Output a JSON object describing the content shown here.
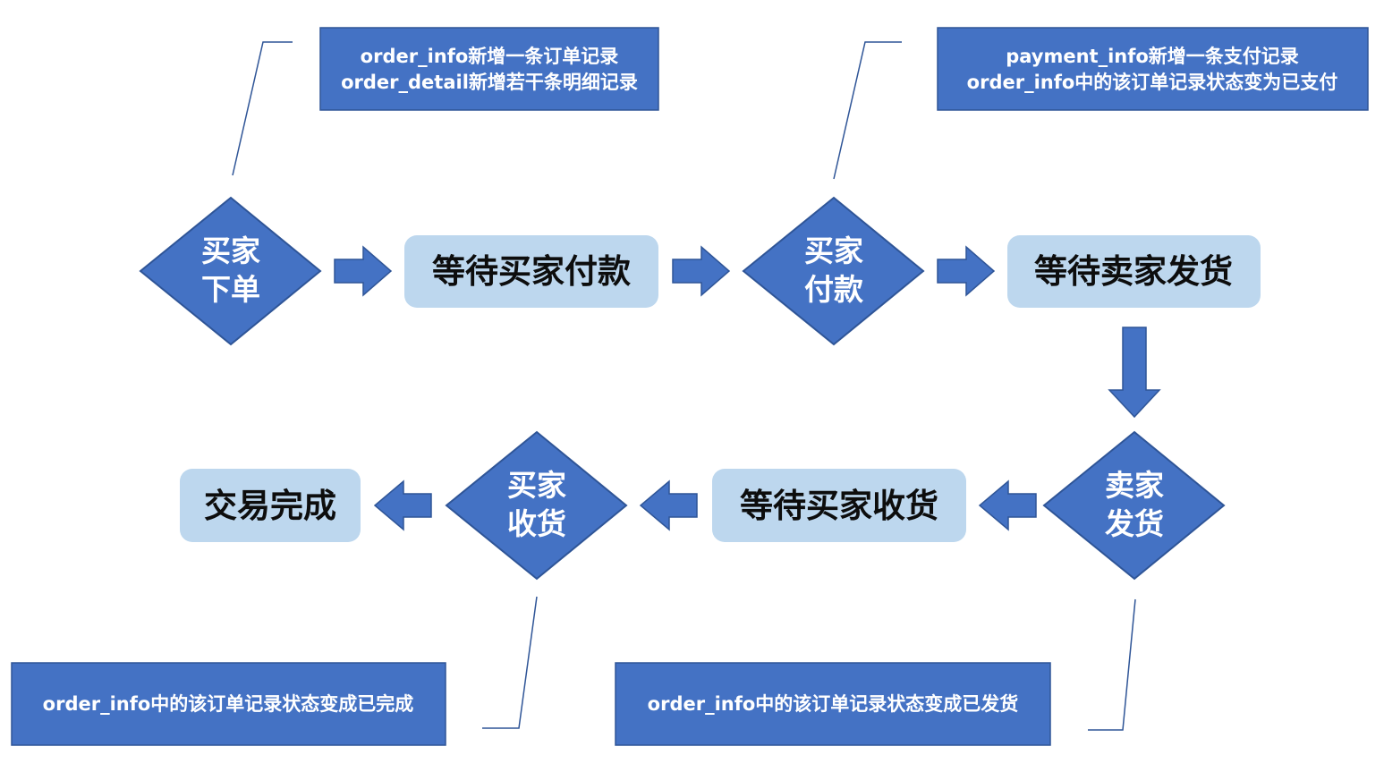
{
  "colors": {
    "decision_fill": "#4472c4",
    "decision_stroke": "#2f5597",
    "state_fill": "#bdd7ee",
    "arrow_fill": "#4472c4",
    "note_fill": "#4472c4",
    "callout_line": "#2f5597"
  },
  "notes": {
    "order": [
      "order_info新增一条订单记录",
      "order_detail新增若干条明细记录"
    ],
    "payment": [
      "payment_info新增一条支付记录",
      "order_info中的该订单记录状态变为已支付"
    ],
    "received": [
      "order_info中的该订单记录状态变成已完成"
    ],
    "shipped": [
      "order_info中的该订单记录状态变成已发货"
    ]
  },
  "decisions": {
    "buyer_order": [
      "买家",
      "下单"
    ],
    "buyer_pay": [
      "买家",
      "付款"
    ],
    "seller_ship": [
      "卖家",
      "发货"
    ],
    "buyer_receive": [
      "买家",
      "收货"
    ]
  },
  "states": {
    "wait_pay": "等待买家付款",
    "wait_ship": "等待卖家发货",
    "wait_receive": "等待买家收货",
    "complete": "交易完成"
  }
}
